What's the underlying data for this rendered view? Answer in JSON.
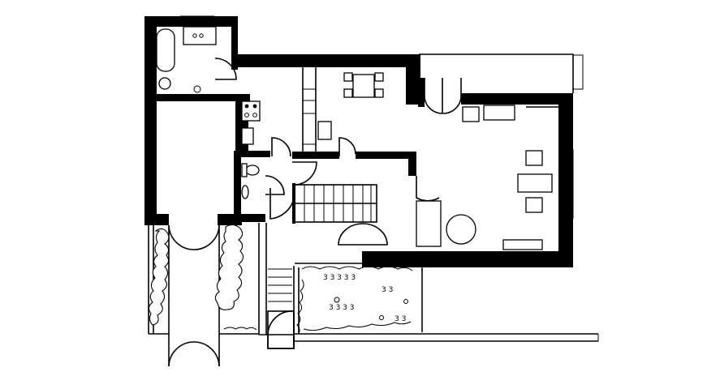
{
  "drawing": {
    "kind": "architectural floor plan",
    "ink_color": "#000000",
    "paper_color": "#ffffff",
    "labels": []
  },
  "rooms": [
    "bathroom",
    "kitchen",
    "dining",
    "living",
    "hall",
    "staircase",
    "wc",
    "garage",
    "terrace",
    "entry-court"
  ],
  "icons": [
    "bathtub",
    "washbasin",
    "stove",
    "sink",
    "toilet",
    "dining-table",
    "armchair",
    "sofa",
    "round-table",
    "staircase",
    "hedge",
    "plant-pot"
  ]
}
